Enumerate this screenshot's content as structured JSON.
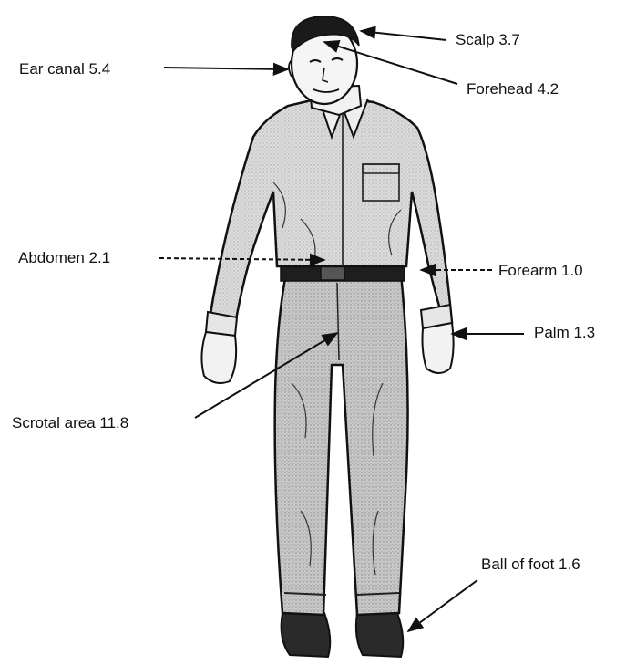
{
  "labels": {
    "scalp": "Scalp 3.7",
    "forehead": "Forehead 4.2",
    "ear_canal": "Ear canal 5.4",
    "abdomen": "Abdomen 2.1",
    "forearm": "Forearm 1.0",
    "palm": "Palm 1.3",
    "scrotal": "Scrotal area 11.8",
    "ball_of_foot": "Ball of  foot 1.6"
  },
  "colors": {
    "ink": "#111111",
    "shirt": "#d9d9d9",
    "pants": "#c4c4c4",
    "skin": "#f2f2f2",
    "hair": "#1a1a1a"
  }
}
